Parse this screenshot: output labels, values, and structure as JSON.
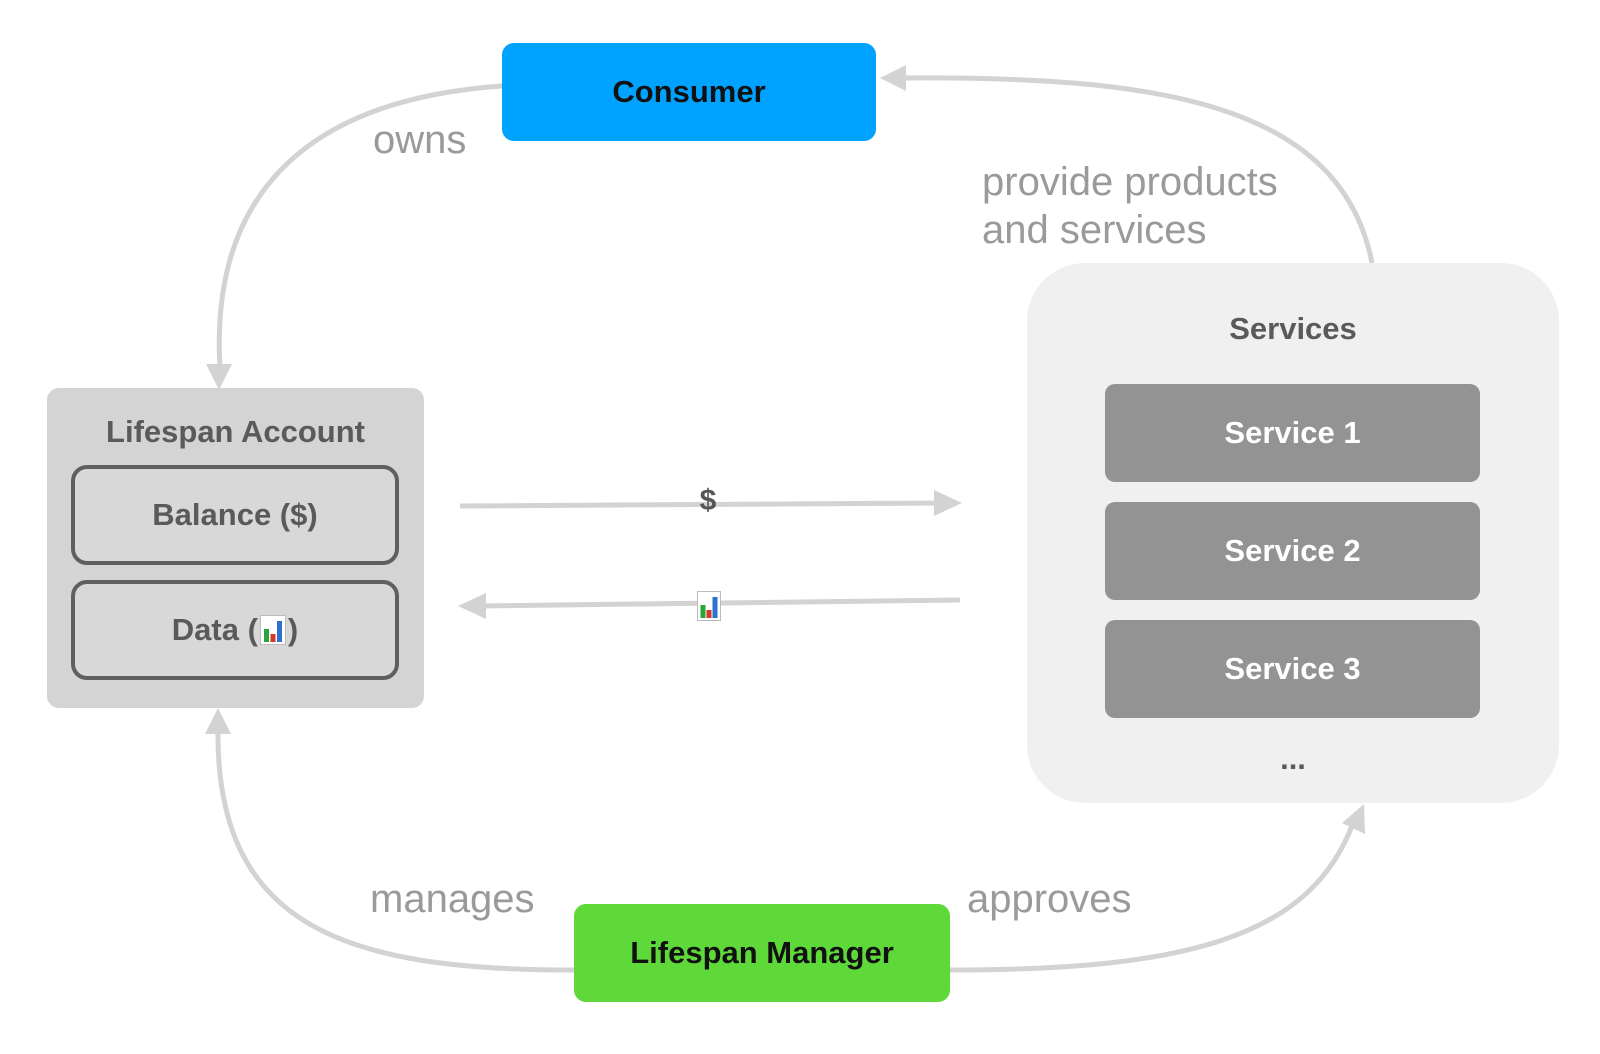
{
  "consumer": {
    "label": "Consumer"
  },
  "lifespan_account": {
    "title": "Lifespan Account",
    "balance": {
      "label_prefix": "Balance ($)"
    },
    "data": {
      "label_prefix": "Data (",
      "label_suffix": ")",
      "icon": "bar-chart-icon"
    }
  },
  "services": {
    "title": "Services",
    "items": [
      {
        "label": "Service 1"
      },
      {
        "label": "Service 2"
      },
      {
        "label": "Service 3"
      }
    ],
    "more": "..."
  },
  "lifespan_manager": {
    "label": "Lifespan Manager"
  },
  "edges": {
    "owns": "owns",
    "provide_line1": "provide products",
    "provide_line2": "and services",
    "manages": "manages",
    "approves": "approves",
    "money": "$",
    "data_icon": "bar-chart-icon"
  },
  "colors": {
    "consumer": "#00a2ff",
    "manager": "#5fd93a",
    "account_bg": "#d4d4d4",
    "services_bg": "#f0f0f0",
    "service_item": "#939393",
    "connector": "#d3d3d3",
    "edge_label": "#9a9a9a"
  }
}
